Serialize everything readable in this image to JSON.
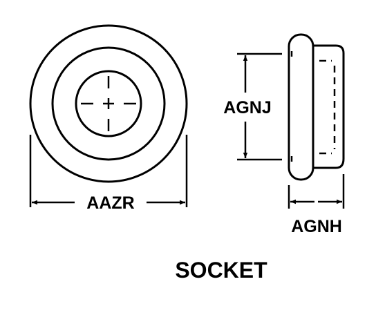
{
  "diagram": {
    "caption": "SOCKET",
    "dimensions": {
      "outer_diameter": "AAZR",
      "flange_height": "AGNJ",
      "flange_thickness": "AGNH"
    },
    "colors": {
      "line": "#000000",
      "background": "#ffffff"
    }
  }
}
